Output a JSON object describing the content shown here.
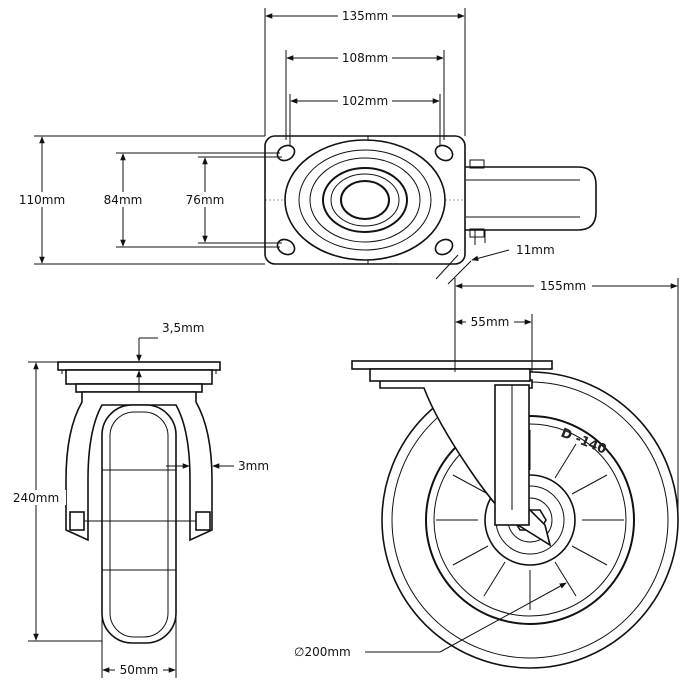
{
  "dimensions": {
    "top_overall_width": "135mm",
    "top_hole_span_outer": "108mm",
    "top_hole_span_inner": "102mm",
    "plate_length": "110mm",
    "hole_span_long_outer": "84mm",
    "hole_span_long_inner": "76mm",
    "hole_diameter": "11mm",
    "offset_total": "155mm",
    "swivel_offset": "55mm",
    "plate_thickness": "3,5mm",
    "fork_thickness": "3mm",
    "overall_height": "240mm",
    "wheel_width": "50mm",
    "wheel_diameter": "∅200mm"
  },
  "tread_marking": "D -140"
}
